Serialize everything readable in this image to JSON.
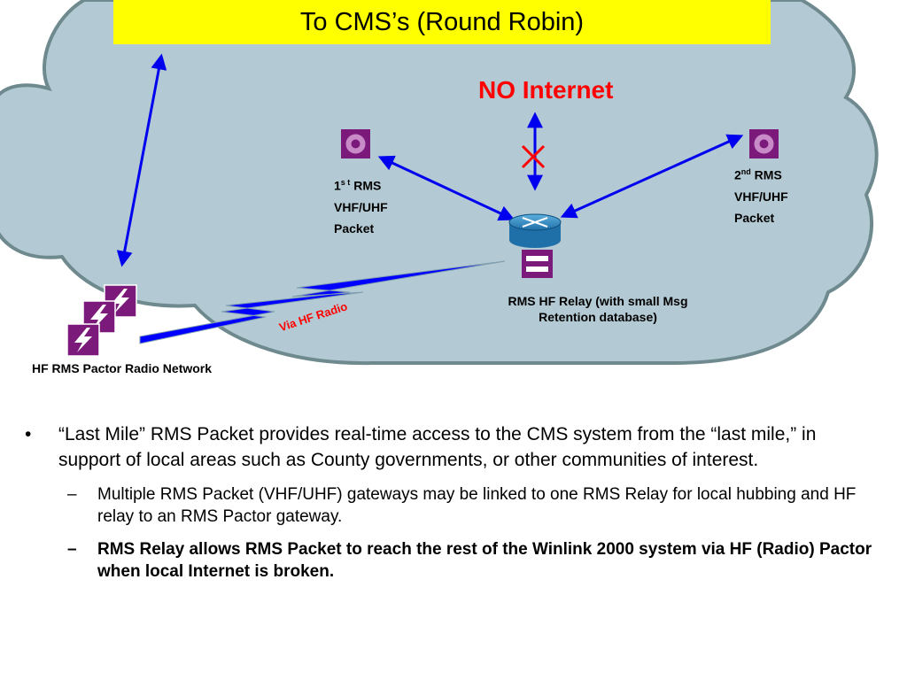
{
  "banner": {
    "title": "To CMS’s (Round Robin)"
  },
  "no_internet": {
    "label": "NO Internet"
  },
  "rms1": {
    "num": "1",
    "sup": "s t",
    "line1_rest": " RMS",
    "line2": "VHF/UHF",
    "line3": "Packet"
  },
  "rms2": {
    "num": "2",
    "sup": "nd",
    "line1_rest": " RMS",
    "line2": "VHF/UHF",
    "line3": "Packet"
  },
  "relay": {
    "line1": "RMS HF Relay  (with small Msg",
    "line2": "Retention database)"
  },
  "hf_link": {
    "label": "Via HF Radio"
  },
  "network": {
    "label": "HF RMS Pactor Radio Network"
  },
  "bullets": {
    "main": {
      "marker": "•",
      "text": "“Last Mile” RMS Packet provides real-time access to the CMS system from the “last mile,” in support of local areas such as County governments, or other communities of interest."
    },
    "sub1": {
      "marker": "–",
      "text": "Multiple RMS Packet (VHF/UHF) gateways may be linked to one RMS Relay for local hubbing and HF relay to an RMS Pactor gateway."
    },
    "sub2": {
      "marker": "–",
      "text": "RMS Relay allows RMS Packet to reach the rest of the Winlink 2000 system via HF (Radio) Pactor when local Internet is broken."
    }
  },
  "colors": {
    "cloud_fill": "#b3c9d3",
    "cloud_stroke": "#6f8a8e",
    "banner": "#ffff00",
    "alert": "#ff0000",
    "arrow": "#0000ee",
    "node": "#7b1a7a",
    "hf_bolt": "#0000ff"
  }
}
